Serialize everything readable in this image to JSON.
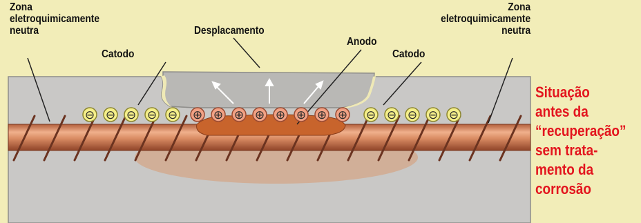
{
  "labels": {
    "zone_left": "Zona\neletroquimicamente\nneutra",
    "zone_right": "Zona\neletroquimicamente\nneutra",
    "displacement": "Desplacamento",
    "anode": "Anodo",
    "cathode_left": "Catodo",
    "cathode_right": "Catodo"
  },
  "caption": {
    "lines": [
      "Situação",
      "antes da",
      "“recuperação”",
      "sem trata-",
      "mento da",
      "corrosão"
    ]
  },
  "ions": {
    "left_cathode": [
      "⊖",
      "⊖",
      "⊖",
      "⊖",
      "⊖"
    ],
    "anode": [
      "⊕",
      "⊕",
      "⊕",
      "⊕",
      "⊕",
      "⊕",
      "⊕",
      "⊕"
    ],
    "right_cathode": [
      "⊖",
      "⊖",
      "⊖",
      "⊖",
      "⊖"
    ]
  },
  "colors": {
    "background": "#f2edb8",
    "concrete": "#c9c8c6",
    "rebar": "#d88a62",
    "corrosion": "#c8642c",
    "caption": "#e3151e",
    "positive_ion": "#f1a184",
    "negative_ion": "#f5ef8a"
  }
}
